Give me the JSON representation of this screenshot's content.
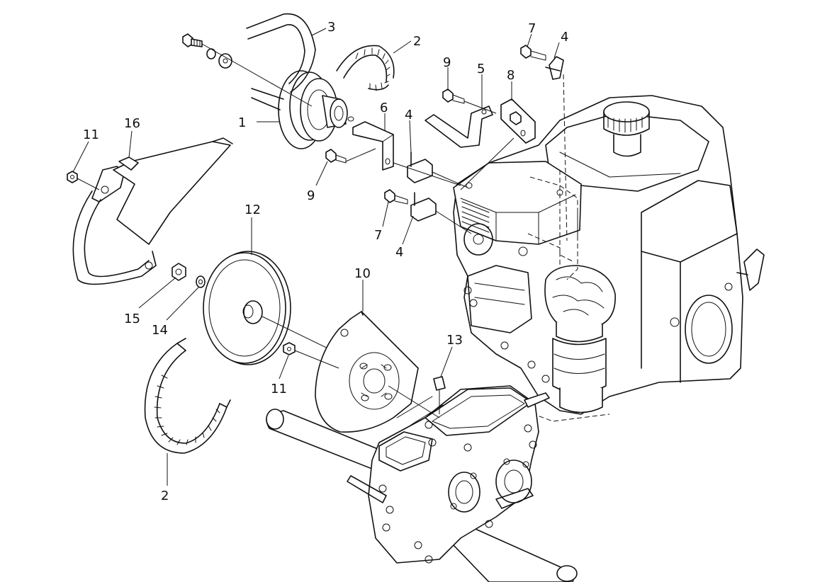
{
  "callouts": [
    {
      "id": "c1",
      "text": "1"
    },
    {
      "id": "c2a",
      "text": "2"
    },
    {
      "id": "c2b",
      "text": "2"
    },
    {
      "id": "c3",
      "text": "3"
    },
    {
      "id": "c4a",
      "text": "4"
    },
    {
      "id": "c4b",
      "text": "4"
    },
    {
      "id": "c4c",
      "text": "4"
    },
    {
      "id": "c5",
      "text": "5"
    },
    {
      "id": "c6",
      "text": "6"
    },
    {
      "id": "c7a",
      "text": "7"
    },
    {
      "id": "c7b",
      "text": "7"
    },
    {
      "id": "c8",
      "text": "8"
    },
    {
      "id": "c9a",
      "text": "9"
    },
    {
      "id": "c9b",
      "text": "9"
    },
    {
      "id": "c10",
      "text": "10"
    },
    {
      "id": "c11a",
      "text": "11"
    },
    {
      "id": "c11b",
      "text": "11"
    },
    {
      "id": "c12",
      "text": "12"
    },
    {
      "id": "c13",
      "text": "13"
    },
    {
      "id": "c14",
      "text": "14"
    },
    {
      "id": "c15",
      "text": "15"
    },
    {
      "id": "c16",
      "text": "16"
    }
  ]
}
